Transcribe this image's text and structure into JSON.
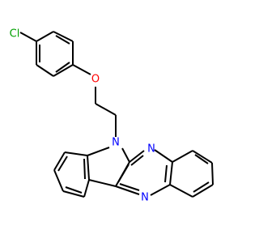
{
  "molecule": {
    "atoms": {
      "chlorine": "Cl",
      "oxygen": "O",
      "nitrogen_indole": "N",
      "nitrogen_upper": "N",
      "nitrogen_lower": "N"
    },
    "colors": {
      "bond": "#000000",
      "chlorine": "#00a000",
      "oxygen": "#ff0000",
      "nitrogen": "#0000ff",
      "background": "#ffffff"
    }
  }
}
